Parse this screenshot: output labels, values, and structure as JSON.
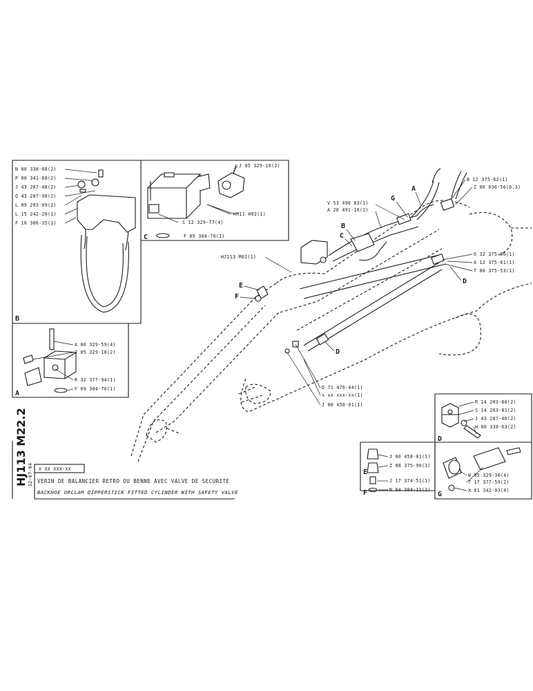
{
  "drawing": {
    "code": "HJ113 M22.2",
    "date": "12-07-84",
    "ref_number": "X XX XXX-XX",
    "title_fr": "VERIN DE BALANCIER RETRO OU BENNE AVEC VALVE DE SECURITE",
    "title_en": "BACKHOE ORCLAM DIPPERSTICK FITTED CYLINDER WITH SAFETY VALVE"
  },
  "panel_b": {
    "letter": "B",
    "parts": [
      "N 00 338-68(2)",
      "P 00 341-68(2)",
      "J 43 287-48(2)",
      "Q 43 287-98(2)",
      "L 09 203-09(2)",
      "L 15 242-20(1)",
      "F 10 306-35(1)"
    ]
  },
  "panel_c": {
    "letter": "C",
    "parts": [
      "J 05 329-18(2)",
      "HM11 H02(1)",
      "S 12 329-77(4)",
      "F 09 304-70(1)"
    ]
  },
  "panel_a": {
    "letter": "A",
    "parts": [
      "A 00 329-59(4)",
      "J 05 329-18(2)",
      "R 32 377-94(1)",
      "F 09 304-70(1)"
    ]
  },
  "panel_d": {
    "letter": "D",
    "parts": [
      "R 14 203-80(2)",
      "S 14 203-81(2)",
      "J 43 287-46(2)",
      "H 00 338-63(2)"
    ]
  },
  "panel_e": {
    "letter": "E",
    "parts": [
      "J 00 458-01(1)",
      "Z 08 375-90(1)"
    ]
  },
  "panel_f": {
    "letter": "F",
    "parts": [
      "J 17 374-51(1)",
      "N 04 304-11(1)"
    ]
  },
  "panel_g": {
    "letter": "G",
    "parts": [
      "W 05 329-30(4)",
      "T 17 377-59(2)",
      "X 01 342-03(4)"
    ]
  },
  "main": {
    "top_left": [
      "V 53 490 83(1)",
      "A 20 491-16(1)"
    ],
    "top_right": [
      "B 12 375-62(1)",
      "Z 00 036-56(6,3)"
    ],
    "right": [
      "O 32 375-06(1)",
      "A 12 375-61(1)",
      "T 00 375-53(1)"
    ],
    "cylinder": "HJ113 M01(1)",
    "bottom": [
      "D 71 476-44(1)",
      "x xx xxx-xx(1)",
      "J 00 458-01(1)"
    ],
    "letters": [
      "A",
      "G",
      "B",
      "C",
      "E",
      "F",
      "D",
      "D"
    ]
  }
}
